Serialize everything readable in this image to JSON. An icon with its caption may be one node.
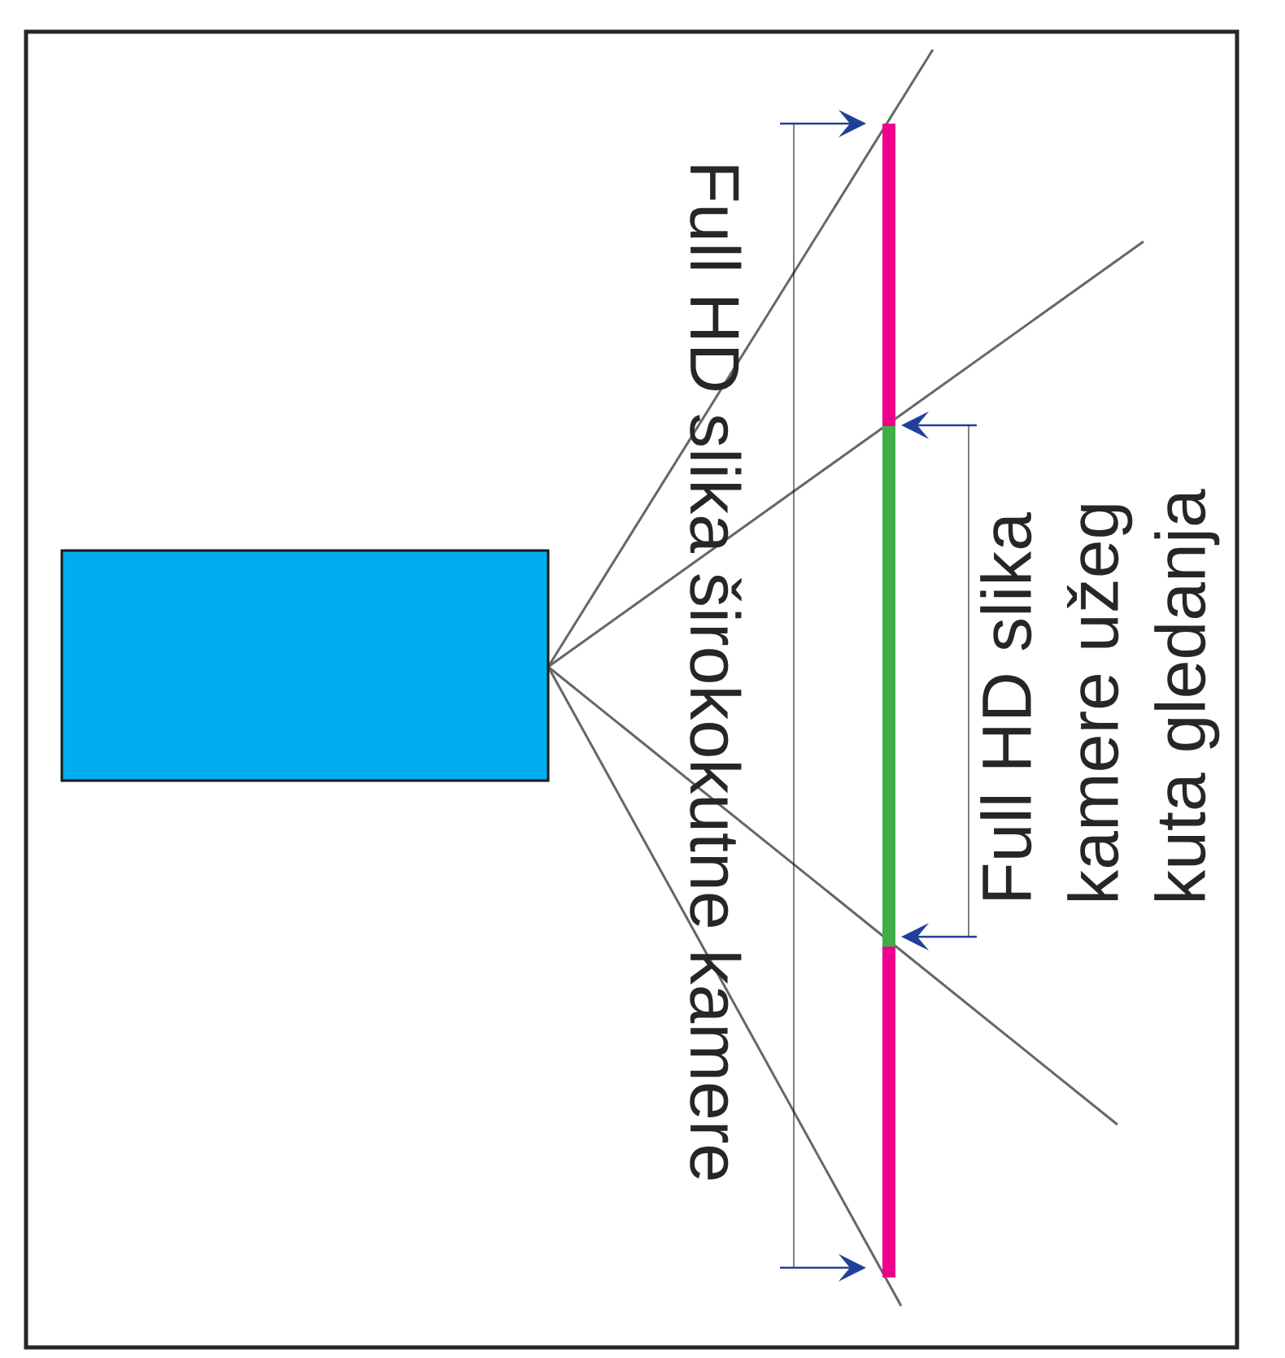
{
  "diagram": {
    "nodes": [
      {
        "text": [],
        "shape": "box"
      }
    ],
    "labels": [
      "Full HD slika širokokutne kamere",
      "Full HD slika kamere užeg kuta gledanja"
    ]
  }
}
